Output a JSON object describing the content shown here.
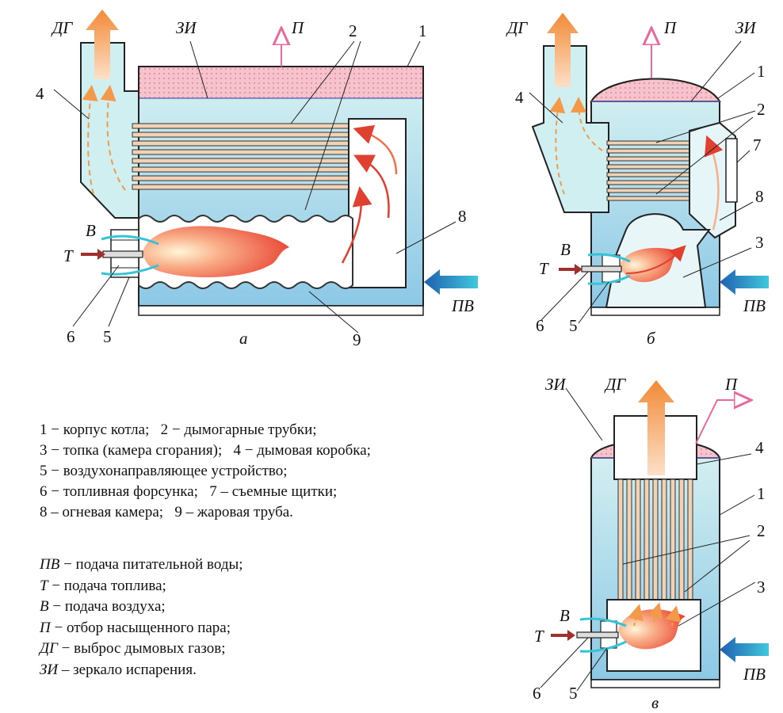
{
  "labels": {
    "dg": "ДГ",
    "zi": "ЗИ",
    "p": "П",
    "v": "В",
    "t": "Т",
    "pv": "ПВ",
    "n1": "1",
    "n2": "2",
    "n3": "3",
    "n4": "4",
    "n5": "5",
    "n6": "6",
    "n7": "7",
    "n8": "8",
    "n9": "9"
  },
  "captions": {
    "a": "а",
    "b": "б",
    "c": "в"
  },
  "legend_parts": [
    "1 − корпус котла;",
    "2 − дымогарные трубки;",
    "3 − топка (камера сгорания);",
    "4 − дымовая коробка;",
    "5 − воздухонаправляющее устройство;",
    "6 − топливная форсунка;",
    "7 – съемные щитки;",
    "8 – огневая камера;",
    "9 – жаровая труба."
  ],
  "legend_abbr": [
    {
      "abbr": "ПВ",
      "text": "− подача питательной воды;"
    },
    {
      "abbr": "Т",
      "text": "− подача топлива;"
    },
    {
      "abbr": "В",
      "text": "− подача воздуха;"
    },
    {
      "abbr": "П",
      "text": "− отбор насыщенного пара;"
    },
    {
      "abbr": "ДГ",
      "text": "− выброс дымовых газов;"
    },
    {
      "abbr": "ЗИ",
      "text": "– зеркало испарения."
    }
  ],
  "colors": {
    "water_top": "#cfeef0",
    "water_bottom": "#8ecbe8",
    "steam": "#f7c6cc",
    "gas_arrow": "#f39a4a",
    "flame_outer": "#f15a3b",
    "flame_inner": "#fde7b0",
    "feed_water": "#2a7fc0",
    "fuel": "#b03030",
    "air": "#35c4d6",
    "steam_arrow": "#e86a9c"
  }
}
